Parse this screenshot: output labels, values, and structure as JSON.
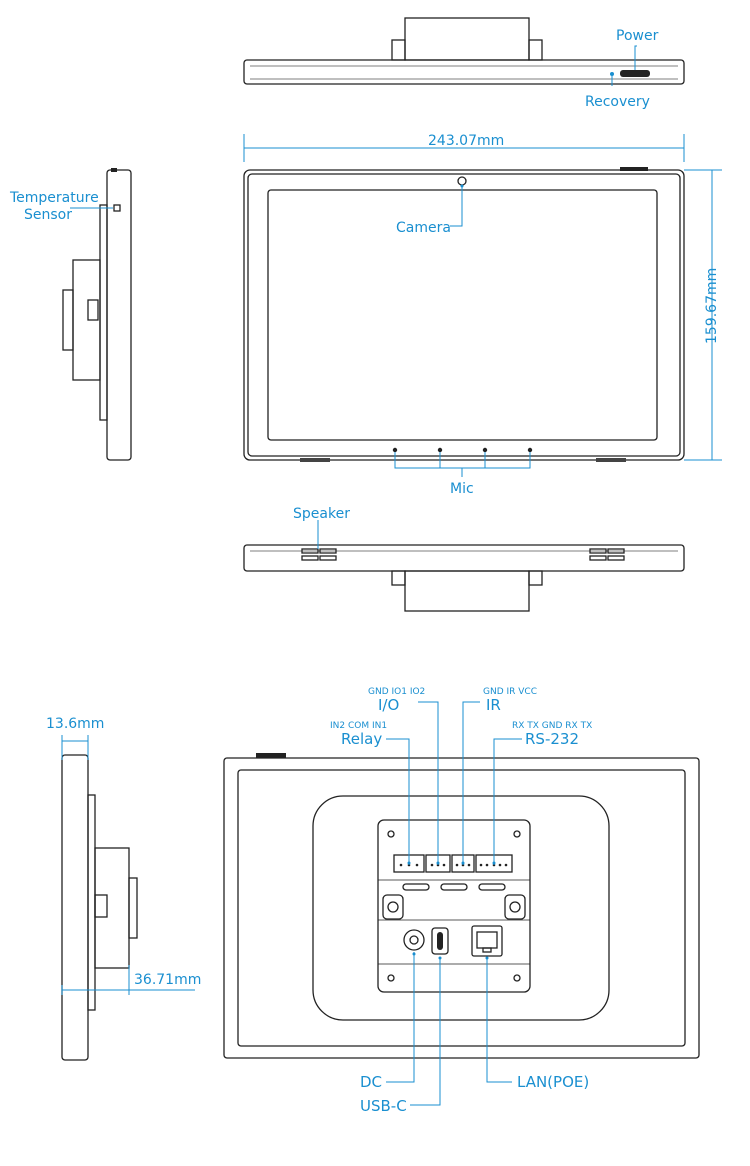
{
  "labels": {
    "power": "Power",
    "recovery": "Recovery",
    "temperature_line1": "Temperature",
    "temperature_line2": "Sensor",
    "camera": "Camera",
    "mic": "Mic",
    "speaker": "Speaker",
    "io_pins": "GND IO1 IO2",
    "io": "I/O",
    "ir_pins": "GND IR VCC",
    "ir": "IR",
    "relay_pins": "IN2 COM IN1",
    "relay": "Relay",
    "rs232_pins": "RX TX GND RX TX",
    "rs232": "RS-232",
    "dc": "DC",
    "usbc": "USB-C",
    "lan": "LAN(POE)"
  },
  "dimensions": {
    "width": "243.07mm",
    "height": "159.67mm",
    "depth_front": "13.6mm",
    "depth_total": "36.71mm"
  },
  "colors": {
    "accent": "#1a8fd0",
    "outline": "#222222"
  }
}
